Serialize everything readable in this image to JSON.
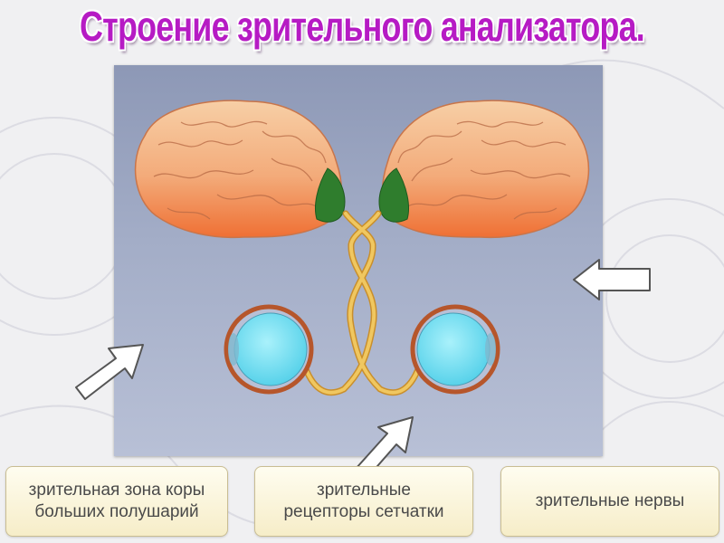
{
  "slide": {
    "title": "Строение зрительного анализатора."
  },
  "labels": [
    {
      "text": "зрительная зона коры\nбольших полушарий"
    },
    {
      "text": "зрительные\nрецепторы сетчатки"
    },
    {
      "text": "зрительные нервы"
    }
  ],
  "colors": {
    "title": "#b61bc4",
    "brain_top": "#f5c39a",
    "brain_bottom": "#f07a3c",
    "visual_cortex": "#2f7d2d",
    "nerve": "#e0b54a",
    "eyeball": "#7fe0f0",
    "label_bg": "#f6edc8"
  }
}
